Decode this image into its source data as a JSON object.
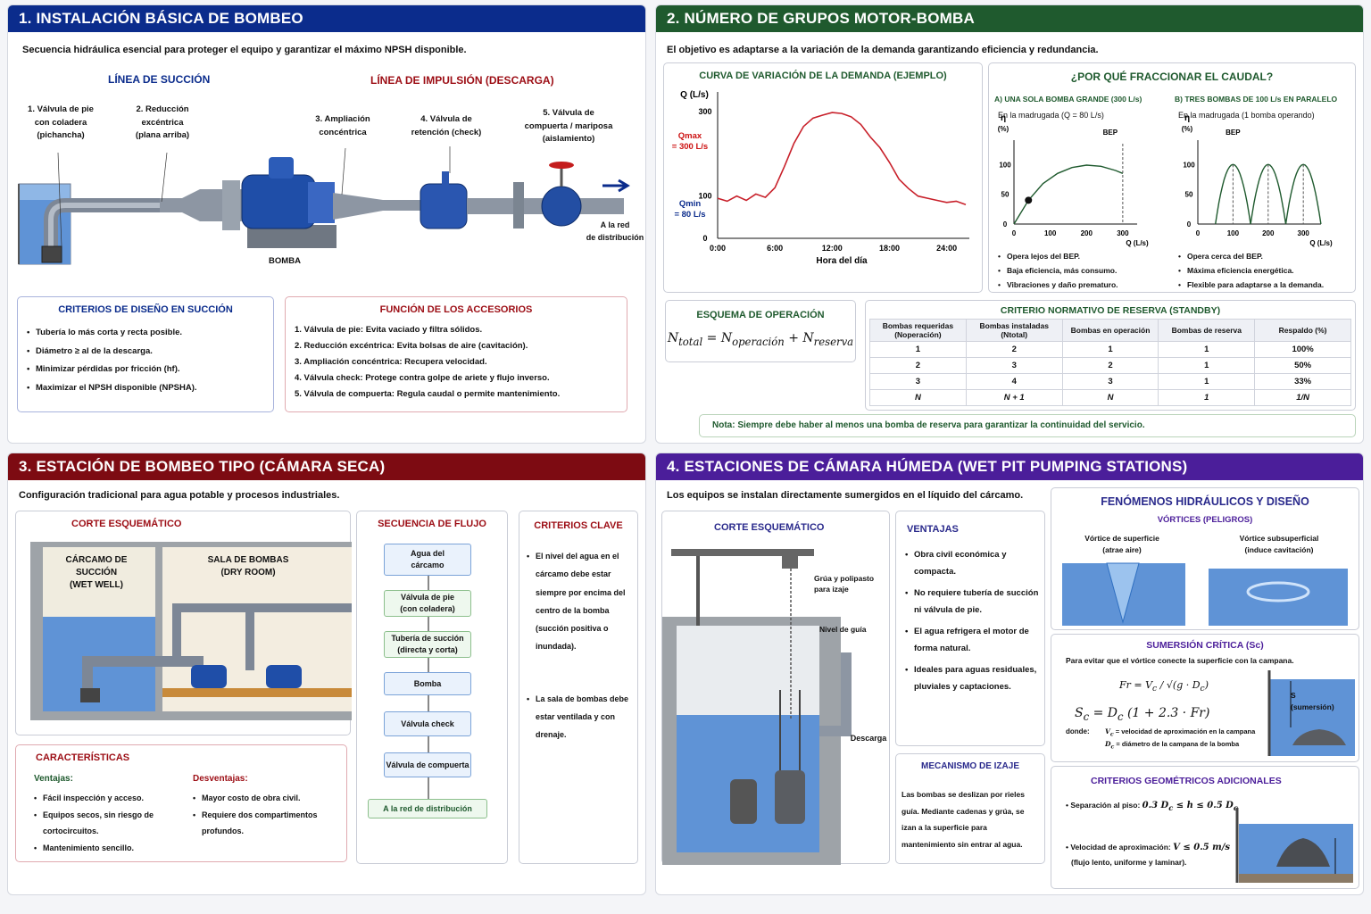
{
  "colors": {
    "blue": "#0b2c8c",
    "green": "#1f5a2e",
    "red": "#7d0b12",
    "purple": "#4b1e9a",
    "water": "#5f93d6"
  },
  "s1": {
    "title": "1. INSTALACIÓN BÁSICA DE BOMBEO",
    "subtitle": "Secuencia hidráulica esencial para proteger el equipo y garantizar el máximo NPSH disponible.",
    "suction_label": "LÍNEA DE SUCCIÓN",
    "discharge_label": "LÍNEA DE IMPULSIÓN (DESCARGA)",
    "parts": [
      "1. Válvula de pie\ncon coladera\n(pichancha)",
      "2. Reducción\nexcéntrica\n(plana arriba)",
      "3. Ampliación\nconcéntrica",
      "4. Válvula de\nretención (check)",
      "5. Válvula de\ncompuerta / mariposa\n(aislamiento)"
    ],
    "pump_label": "BOMBA",
    "network_label": "A la red\nde distribución",
    "criteria_title": "CRITERIOS DE DISEÑO EN SUCCIÓN",
    "criteria": [
      "Tubería lo más corta y recta posible.",
      "Diámetro ≥ al de la descarga.",
      "Minimizar pérdidas por fricción (hf).",
      "Maximizar el NPSH disponible (NPSHA)."
    ],
    "acc_title": "FUNCIÓN DE LOS ACCESORIOS",
    "acc": [
      "1. Válvula de pie: Evita vaciado y filtra sólidos.",
      "2. Reducción excéntrica: Evita bolsas de aire (cavitación).",
      "3. Ampliación concéntrica: Recupera velocidad.",
      "4. Válvula check: Protege contra golpe de ariete y flujo inverso.",
      "5. Válvula de compuerta: Regula caudal o permite mantenimiento."
    ]
  },
  "s2": {
    "title": "2. NÚMERO DE GRUPOS MOTOR-BOMBA",
    "subtitle": "El objetivo es adaptarse a la variación de la demanda garantizando eficiencia y redundancia.",
    "curve_title": "CURVA DE VARIACIÓN DE LA DEMANDA (EJEMPLO)",
    "qmax": "Qmax\n= 300 L/s",
    "qmin": "Qmin\n= 80 L/s",
    "why_title": "¿POR QUÉ FRACCIONAR EL CAUDAL?",
    "a_title": "A) UNA SOLA BOMBA GRANDE (300 L/s)",
    "a_sub": "En la madrugada (Q = 80 L/s)",
    "b_title": "B) TRES BOMBAS DE 100 L/s EN PARALELO",
    "b_sub": "En la madrugada (1 bomba operando)",
    "eta": "η\n(%)",
    "bep": "BEP",
    "q_axis": "Q (L/s)",
    "a_bullets": [
      "Opera lejos del BEP.",
      "Baja eficiencia, más consumo.",
      "Vibraciones y daño prematuro."
    ],
    "b_bullets": [
      "Opera cerca del BEP.",
      "Máxima eficiencia energética.",
      "Flexible para adaptarse a la demanda."
    ],
    "scheme_title": "ESQUEMA DE OPERACIÓN",
    "table_title": "CRITERIO NORMATIVO DE RESERVA (STANDBY)",
    "headers": [
      "Bombas requeridas\n(Noperación)",
      "Bombas instaladas\n(Ntotal)",
      "Bombas en operación",
      "Bombas de reserva",
      "Respaldo (%)"
    ],
    "rows": [
      [
        "1",
        "2",
        "1",
        "1",
        "100%"
      ],
      [
        "2",
        "3",
        "2",
        "1",
        "50%"
      ],
      [
        "3",
        "4",
        "3",
        "1",
        "33%"
      ],
      [
        "N",
        "N + 1",
        "N",
        "1",
        "1/N"
      ]
    ],
    "note": "Nota: Siempre debe haber al menos una bomba de reserva para garantizar la continuidad del servicio."
  },
  "chart_data": [
    {
      "type": "line",
      "title": "CURVA DE VARIACIÓN DE LA DEMANDA (EJEMPLO)",
      "xlabel": "Hora del día",
      "ylabel": "Q (L/s)",
      "x_ticks": [
        "0:00",
        "6:00",
        "12:00",
        "18:00",
        "24:00"
      ],
      "y_ticks": [
        0,
        100,
        300
      ],
      "ylim": [
        0,
        330
      ],
      "xlim": [
        0,
        26
      ],
      "x": [
        0,
        1,
        2,
        3,
        4,
        5,
        6,
        7,
        8,
        9,
        10,
        11,
        12,
        13,
        14,
        15,
        16,
        17,
        18,
        19,
        20,
        21,
        22,
        23,
        24,
        25,
        26
      ],
      "y": [
        95,
        88,
        100,
        90,
        105,
        97,
        120,
        170,
        225,
        265,
        285,
        292,
        298,
        296,
        288,
        270,
        240,
        215,
        180,
        140,
        118,
        100,
        95,
        90,
        85,
        88,
        80
      ]
    },
    {
      "type": "line",
      "title": "A) UNA SOLA BOMBA GRANDE (300 L/s)",
      "xlabel": "Q (L/s)",
      "ylabel": "η (%)",
      "x_ticks": [
        0,
        100,
        200,
        300
      ],
      "y_ticks": [
        0,
        50,
        100
      ],
      "xlim": [
        0,
        320
      ],
      "ylim": [
        0,
        120
      ],
      "x": [
        0,
        40,
        80,
        120,
        160,
        200,
        240,
        280,
        300
      ],
      "y": [
        0,
        40,
        68,
        85,
        95,
        99,
        97,
        90,
        85
      ],
      "operating_point": [
        40,
        40
      ]
    },
    {
      "type": "line",
      "title": "B) TRES BOMBAS DE 100 L/s EN PARALELO",
      "xlabel": "Q (L/s)",
      "ylabel": "η (%)",
      "x_ticks": [
        0,
        100,
        200,
        300
      ],
      "y_ticks": [
        0,
        50,
        100
      ],
      "xlim": [
        0,
        330
      ],
      "ylim": [
        0,
        120
      ],
      "series": [
        {
          "peak": 100
        },
        {
          "peak": 200
        },
        {
          "peak": 300
        }
      ]
    }
  ],
  "s3": {
    "title": "3. ESTACIÓN DE BOMBEO TIPO (CÁMARA SECA)",
    "subtitle": "Configuración tradicional para agua potable y procesos industriales.",
    "corte": "CORTE ESQUEMÁTICO",
    "wet": "CÁRCAMO DE\nSUCCIÓN\n(WET WELL)",
    "dry": "SALA DE BOMBAS\n(DRY ROOM)",
    "flow_title": "SECUENCIA DE FLUJO",
    "flow": [
      "Agua del\ncárcamo",
      "Válvula de pie\n(con coladera)",
      "Tubería de succión\n(directa y corta)",
      "Bomba",
      "Válvula check",
      "Válvula de compuerta",
      "A la red de distribución"
    ],
    "crit_title": "CRITERIOS CLAVE",
    "crit": [
      "El nivel del agua en el cárcamo debe estar siempre por encima del centro de la bomba (succión positiva o inundada).",
      "La sala de bombas debe estar ventilada y con drenaje."
    ],
    "char_title": "CARACTERÍSTICAS",
    "adv_title": "Ventajas:",
    "dis_title": "Desventajas:",
    "adv": [
      "Fácil inspección y acceso.",
      "Equipos secos, sin riesgo de cortocircuitos.",
      "Mantenimiento sencillo."
    ],
    "dis": [
      "Mayor costo de obra civil.",
      "Requiere dos compartimentos profundos."
    ]
  },
  "s4": {
    "title": "4. ESTACIONES DE CÁMARA HÚMEDA (WET PIT PUMPING STATIONS)",
    "subtitle": "Los equipos se instalan directamente sumergidos en el líquido del cárcamo.",
    "corte": "CORTE ESQUEMÁTICO",
    "crane": "Grúa y polipasto\npara izaje",
    "guide": "Nivel de guía",
    "discharge": "Descarga",
    "adv_title": "VENTAJAS",
    "adv": [
      "Obra civil económica y compacta.",
      "No requiere tubería de succión ni válvula de pie.",
      "El agua refrigera el motor de forma natural.",
      "Ideales para aguas residuales, pluviales y captaciones."
    ],
    "lift_title": "MECANISMO DE IZAJE",
    "lift": "Las bombas se deslizan por rieles guía. Mediante cadenas y grúa, se izan a la superficie para mantenimiento sin entrar al agua.",
    "phen_title": "FENÓMENOS HIDRÁULICOS Y DISEÑO",
    "vort_title": "VÓRTICES (PELIGROS)",
    "v1": "Vórtice de superficie\n(atrae aire)",
    "v2": "Vórtice subsuperficial\n(induce cavitación)",
    "sub_title": "SUMERSIÓN CRÍTICA (Sc)",
    "sub_text": "Para evitar que el vórtice conecte la superficie con la campana.",
    "s_label": "S\n(sumersión)",
    "where": "donde:",
    "w1": "= velocidad de aproximación en la campana",
    "w2": "= diámetro de la campana de la bomba",
    "geo_title": "CRITERIOS GEOMÉTRICOS ADICIONALES",
    "geo1": "Separación al piso:",
    "geo2": "Velocidad de aproximación:",
    "geo2b": "(flujo lento, uniforme y laminar)."
  }
}
